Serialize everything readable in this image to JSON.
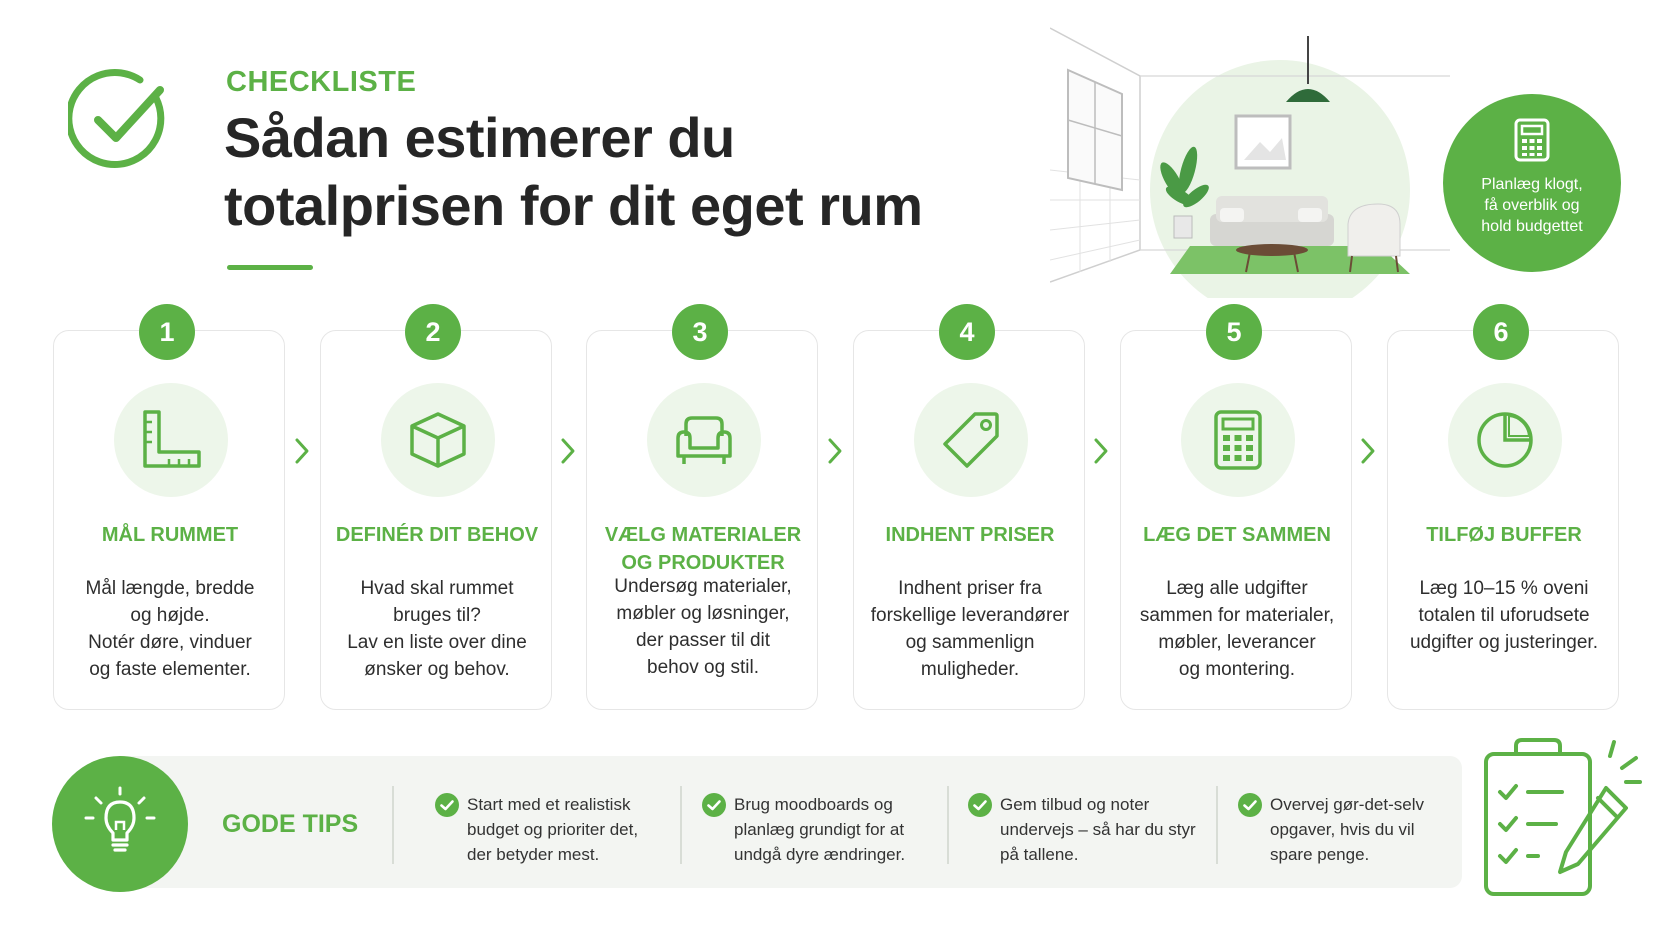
{
  "header": {
    "eyebrow": "CHECKLISTE",
    "title_line1": "Sådan estimerer du",
    "title_line2": "totalprisen for dit eget rum",
    "icon": "check-circle-icon"
  },
  "hero_badge": {
    "icon": "calculator-icon",
    "lines": [
      "Planlæg klogt,",
      "få overblik og",
      "hold budgettet"
    ]
  },
  "colors": {
    "accent": "#5cb146",
    "accent_light": "#edf6ea",
    "text": "#262626"
  },
  "steps": [
    {
      "number": "1",
      "icon": "ruler-icon",
      "title_lines": [
        "MÅL RUMMET"
      ],
      "body": [
        "Mål længde, bredde",
        "og højde.",
        "Notér døre, vinduer",
        "og faste elementer."
      ]
    },
    {
      "number": "2",
      "icon": "cube-icon",
      "title_lines": [
        "DEFINÉR DIT BEHOV"
      ],
      "body": [
        "Hvad skal rummet",
        "bruges til?",
        "Lav en liste over dine",
        "ønsker og behov."
      ]
    },
    {
      "number": "3",
      "icon": "armchair-icon",
      "title_lines": [
        "VÆLG MATERIALER",
        "OG PRODUKTER"
      ],
      "body": [
        "Undersøg materialer,",
        "møbler og løsninger,",
        "der passer til dit",
        "behov og stil."
      ]
    },
    {
      "number": "4",
      "icon": "price-tag-icon",
      "title_lines": [
        "INDHENT PRISER"
      ],
      "body": [
        "Indhent priser fra",
        "forskellige leverandører",
        "og sammenlign",
        "muligheder."
      ]
    },
    {
      "number": "5",
      "icon": "calculator-icon",
      "title_lines": [
        "LÆG DET SAMMEN"
      ],
      "body": [
        "Læg alle udgifter",
        "sammen for materialer,",
        "møbler, leverancer",
        "og montering."
      ]
    },
    {
      "number": "6",
      "icon": "pie-chart-icon",
      "title_lines": [
        "TILFØJ BUFFER"
      ],
      "body": [
        "Læg 10–15 % oveni",
        "totalen til uforudsete",
        "udgifter og justeringer."
      ]
    }
  ],
  "tips": {
    "label": "GODE TIPS",
    "icon": "lightbulb-icon",
    "items": [
      {
        "lines": [
          "Start med et realistisk",
          "budget og prioriter det,",
          "der betyder mest."
        ]
      },
      {
        "lines": [
          "Brug moodboards og",
          "planlæg grundigt for at",
          "undgå dyre ændringer."
        ]
      },
      {
        "lines": [
          "Gem tilbud og noter",
          "undervejs – så har du styr",
          "på tallene."
        ]
      },
      {
        "lines": [
          "Overvej gør-det-selv",
          "opgaver, hvis du vil",
          "spare penge."
        ]
      }
    ]
  }
}
